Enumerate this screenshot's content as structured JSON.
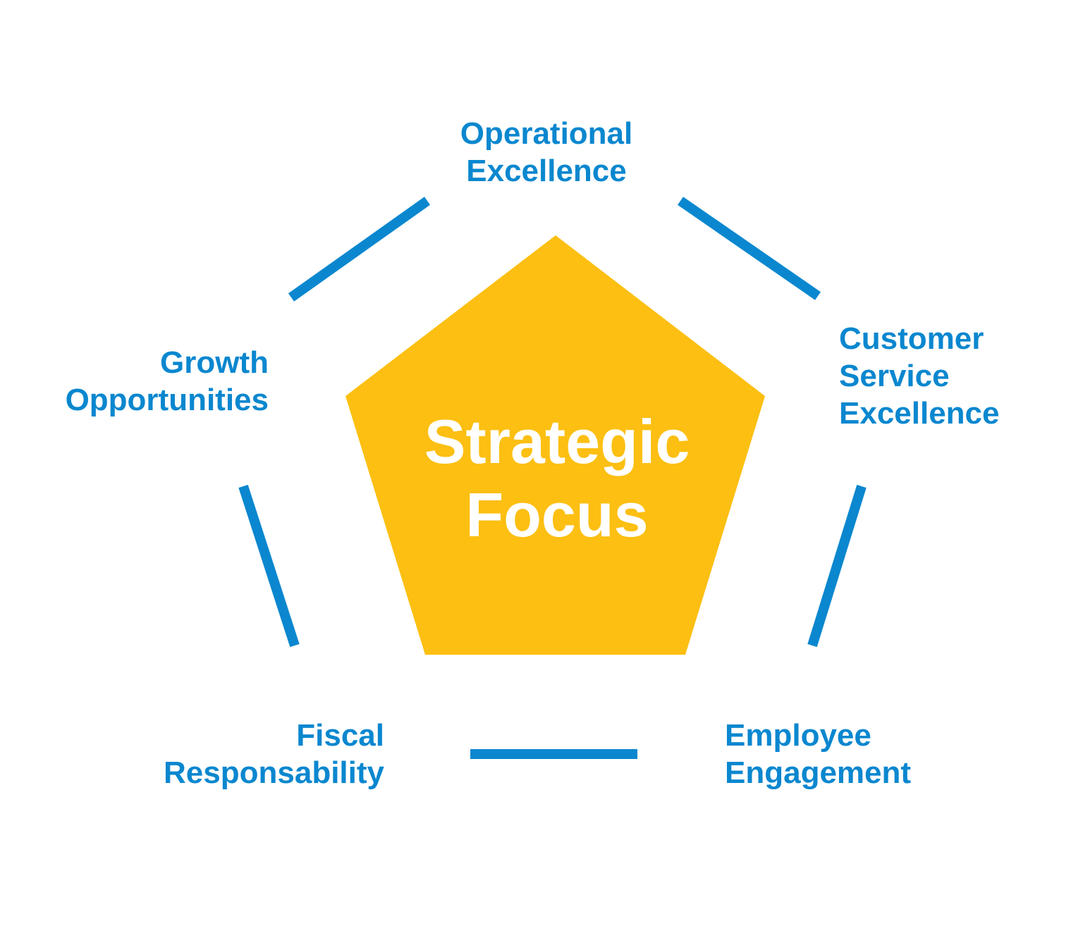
{
  "center": {
    "line1": "Strategic",
    "line2": "Focus"
  },
  "labels": {
    "top": [
      "Operational",
      "Excellence"
    ],
    "right": [
      "Customer",
      "Service",
      "Excellence"
    ],
    "bottom_right": [
      "Employee",
      "Engagement"
    ],
    "bottom_left": [
      "Fiscal",
      "Responsability"
    ],
    "left": [
      "Growth",
      "Opportunities"
    ]
  },
  "colors": {
    "pentagon": "#fcbf12",
    "accent": "#0a87cf"
  }
}
